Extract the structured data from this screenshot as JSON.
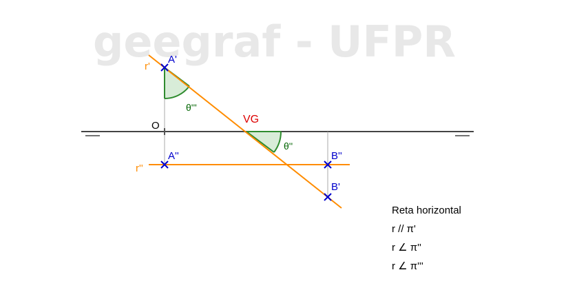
{
  "watermark": "geegraf - UFPR",
  "colors": {
    "line": "#ff8c00",
    "point": "#0000cc",
    "angle": "#2e8b2e",
    "angle_fill": "#d8ecd8",
    "vg": "#dd0000",
    "axis": "#444444",
    "projector": "#aaaaaa"
  },
  "labels": {
    "origin": "O",
    "r_top": "r'",
    "r_front": "r''",
    "A_top": "A'",
    "A_front": "A''",
    "B_front": "B''",
    "B_top": "B'",
    "theta_top": "θ'''",
    "theta_front": "θ''",
    "vg": "VG"
  },
  "legend": {
    "title": "Reta horizontal",
    "lines": [
      "r // π'",
      "r ∠ π''",
      "r ∠ π'''"
    ]
  }
}
